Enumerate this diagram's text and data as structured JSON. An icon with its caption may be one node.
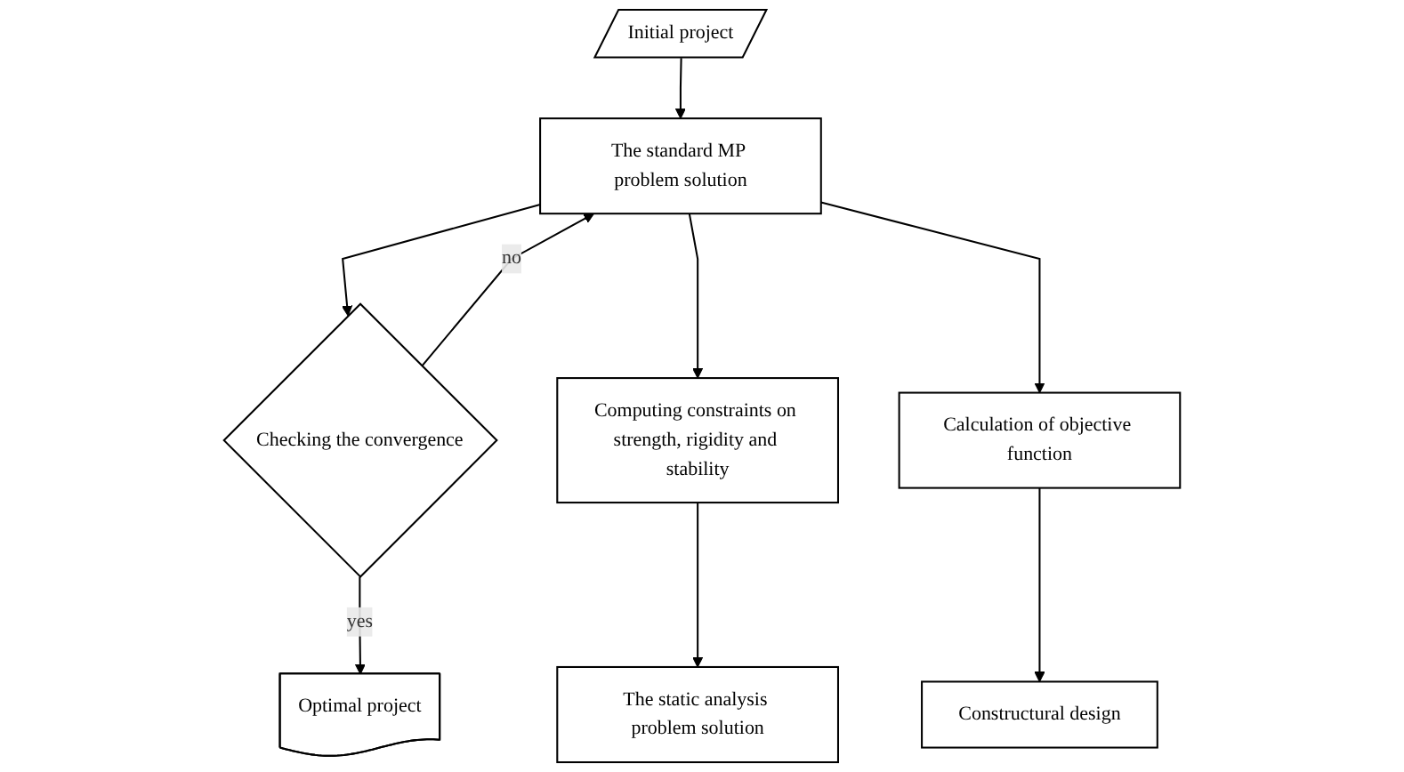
{
  "diagram": {
    "nodes": [
      {
        "text": [
          "Initial project"
        ]
      },
      {
        "text": [
          "The standard MP problem solution"
        ]
      },
      {
        "text": [
          "Checking the convergence"
        ]
      },
      {
        "text": [
          "Optimal project"
        ]
      },
      {
        "text": [
          "Computing constraints on strength, rigidity and stability"
        ]
      },
      {
        "text": [
          "The static analysis problem solution"
        ]
      },
      {
        "text": [
          "Calculation of objective function"
        ]
      },
      {
        "text": [
          "Constructural design"
        ]
      }
    ],
    "edges": [
      {
        "from": 0,
        "to": 1,
        "arrow": "to"
      },
      {
        "from": 1,
        "to": 2,
        "arrow": "to"
      },
      {
        "from": 2,
        "to": 1,
        "arrow": "to",
        "label": "no"
      },
      {
        "from": 2,
        "to": 3,
        "arrow": "to",
        "label": "yes"
      },
      {
        "from": 1,
        "to": 4,
        "arrow": "to"
      },
      {
        "from": 4,
        "to": 5,
        "arrow": "to"
      },
      {
        "from": 1,
        "to": 6,
        "arrow": "to"
      },
      {
        "from": 6,
        "to": 7,
        "arrow": "to"
      }
    ]
  }
}
